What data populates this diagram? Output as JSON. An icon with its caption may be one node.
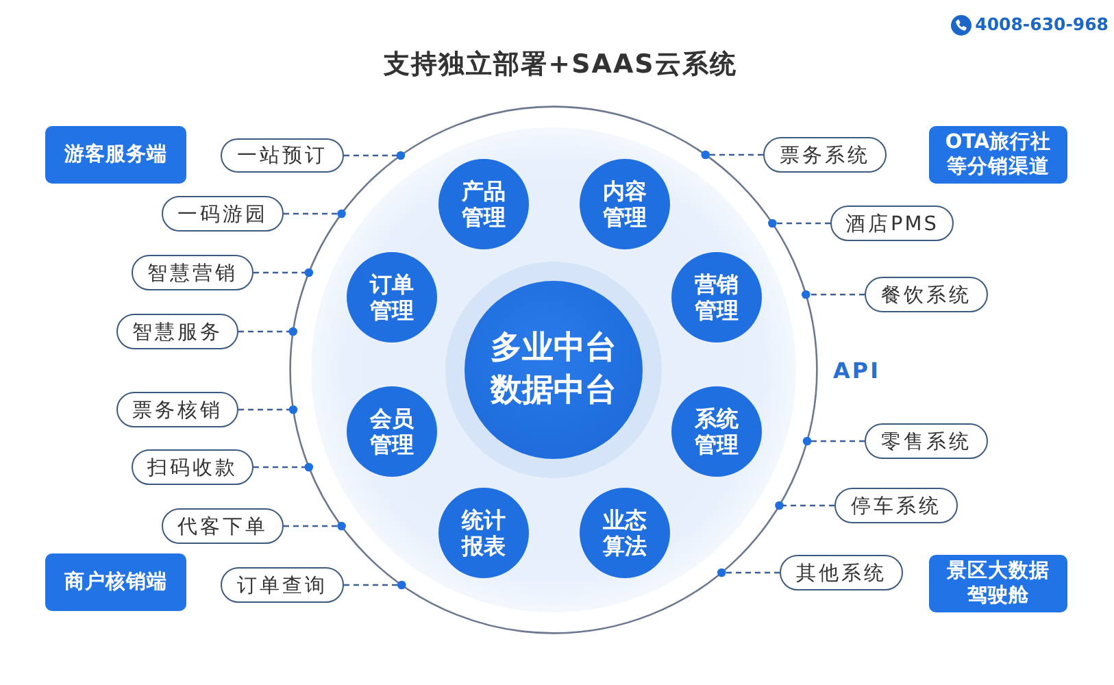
{
  "diagram": {
    "title": "支持独立部署+SAAS云系统",
    "nodes": [
      {
        "text": [
          "游客服务端"
        ]
      },
      {
        "text": [
          "一站预订"
        ]
      },
      {
        "text": [
          "一码游园"
        ]
      },
      {
        "text": [
          "智慧营销"
        ]
      },
      {
        "text": [
          "智慧服务"
        ]
      },
      {
        "text": [
          "票务核销"
        ]
      },
      {
        "text": [
          "扫码收款"
        ]
      },
      {
        "text": [
          "代客下单"
        ]
      },
      {
        "text": [
          "订单查询"
        ]
      },
      {
        "text": [
          "商户核销端"
        ]
      },
      {
        "text": [],
        "shape": "circle"
      },
      {
        "text": [
          "产品管理"
        ],
        "in": 10
      },
      {
        "text": [
          "内容管理"
        ],
        "in": 10
      },
      {
        "text": [
          "营销管理"
        ],
        "in": 10
      },
      {
        "text": [
          "系统管理"
        ],
        "in": 10
      },
      {
        "text": [
          "业态算法"
        ],
        "in": 10
      },
      {
        "text": [
          "统计报表"
        ],
        "in": 10
      },
      {
        "text": [
          "会员管理"
        ],
        "in": 10
      },
      {
        "text": [
          "订单管理"
        ],
        "in": 10
      },
      {
        "text": [
          "多业中台",
          "数据中台"
        ],
        "in": 10
      },
      {
        "text": [
          "票务系统"
        ]
      },
      {
        "text": [
          "酒店PMS"
        ]
      },
      {
        "text": [
          "餐饮系统"
        ]
      },
      {
        "text": [
          "零售系统"
        ]
      },
      {
        "text": [
          "停车系统"
        ]
      },
      {
        "text": [
          "其他系统"
        ]
      },
      {
        "text": [
          "OTA旅行社等分销渠道"
        ]
      },
      {
        "text": [
          "景区大数据驾驶舱"
        ]
      }
    ],
    "edges": [
      {
        "from": 1,
        "to": 10,
        "arrow": "other",
        "style": "dashed"
      },
      {
        "from": 2,
        "to": 10,
        "arrow": "other",
        "style": "dashed"
      },
      {
        "from": 3,
        "to": 10,
        "arrow": "other",
        "style": "dashed"
      },
      {
        "from": 4,
        "to": 10,
        "arrow": "other",
        "style": "dashed"
      },
      {
        "from": 5,
        "to": 10,
        "arrow": "other",
        "style": "dashed"
      },
      {
        "from": 6,
        "to": 10,
        "arrow": "other",
        "style": "dashed"
      },
      {
        "from": 7,
        "to": 10,
        "arrow": "other",
        "style": "dashed"
      },
      {
        "from": 8,
        "to": 10,
        "arrow": "other",
        "style": "dashed"
      },
      {
        "from": 20,
        "to": 10,
        "arrow": "other",
        "style": "dashed"
      },
      {
        "from": 21,
        "to": 10,
        "arrow": "other",
        "style": "dashed"
      },
      {
        "from": 22,
        "to": 10,
        "arrow": "other",
        "style": "dashed"
      },
      {
        "from": 23,
        "to": 10,
        "arrow": "other",
        "style": "dashed"
      },
      {
        "from": 24,
        "to": 10,
        "arrow": "other",
        "style": "dashed"
      },
      {
        "from": 25,
        "to": 10,
        "arrow": "other",
        "style": "dashed"
      }
    ],
    "labels": [
      "4008-630-968",
      "API"
    ]
  }
}
